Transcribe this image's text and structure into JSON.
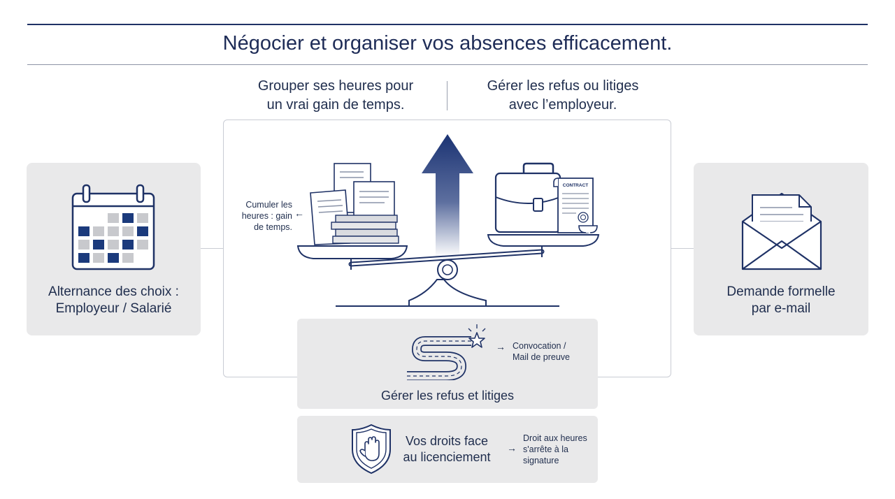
{
  "title": "Négocier et organiser vos absences efficacement.",
  "caption_left": [
    "Grouper ses heures pour",
    "un vrai gain de temps."
  ],
  "caption_right": [
    "Gérer les refus ou litiges",
    "avec l’employeur."
  ],
  "card_left": {
    "label": [
      "Alternance des choix :",
      "Employeur / Salarié"
    ],
    "icon": "calendar-icon"
  },
  "card_right": {
    "label": [
      "Demande formelle",
      "par e-mail"
    ],
    "icon": "envelope-icon"
  },
  "balance": {
    "note_lines": [
      "Cumuler les",
      "heures : gain",
      "de temps."
    ],
    "contract_label": "CONTRACT",
    "icons": [
      "document-stack-icon",
      "arrow-up-icon",
      "briefcase-icon",
      "contract-icon",
      "scale-icon"
    ]
  },
  "refus_panel": {
    "title": "Gérer les refus et litiges",
    "note_lines": [
      "Convocation /",
      "Mail de preuve"
    ],
    "icon": "winding-road-star-icon"
  },
  "droits_panel": {
    "title": [
      "Vos droits face",
      "au licenciement"
    ],
    "note_lines": [
      "Droit aux heures",
      "s'arrête à la",
      "signature"
    ],
    "icon": "shield-hand-icon"
  },
  "colors": {
    "navy": "#1f3266",
    "accent_blue": "#1b3a7c",
    "grey_cell": "#c8c9cd",
    "card_bg": "#e9e9ea"
  }
}
